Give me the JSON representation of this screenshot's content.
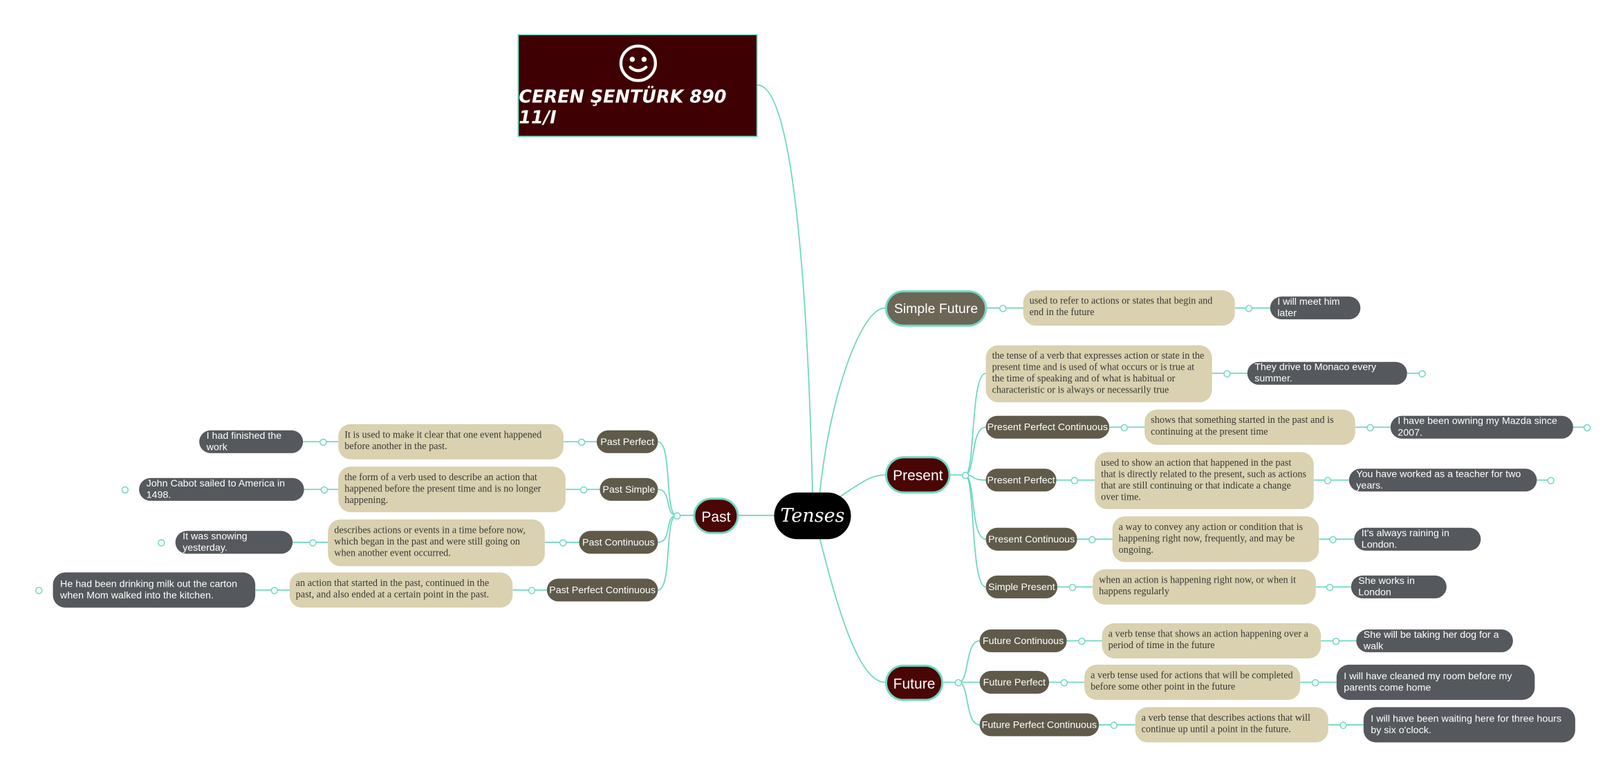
{
  "banner": {
    "title": "CEREN ŞENTÜRK 890 11/I",
    "icon": "smiley-icon"
  },
  "root": {
    "label": "Tenses"
  },
  "past": {
    "label": "Past",
    "items": [
      {
        "name": "Past Perfect",
        "description": "It is used to make it clear that one event happened before another in the past.",
        "example": "I had finished the work"
      },
      {
        "name": "Past Simple",
        "description": "the form of a verb used to describe an action that happened before the present time and is no longer happening.",
        "example": "John Cabot sailed to America in 1498."
      },
      {
        "name": "Past Continuous",
        "description": "describes actions or events in a time before now, which began in the past and were still going on when another event occurred.",
        "example": "It was snowing yesterday."
      },
      {
        "name": "Past Perfect Continuous",
        "description": "an action that started in the past, continued in the past, and also ended at a certain point in the past.",
        "example": "He had been drinking milk out the carton when Mom walked into the kitchen."
      }
    ]
  },
  "simple_future": {
    "label": "Simple Future",
    "description": "used to refer to actions or states that begin and end in the future",
    "example": "I will meet him later"
  },
  "present": {
    "label": "Present",
    "general_description": "the tense of a verb that expresses action or state in the present time and is used of what occurs or is true at the time of speaking and of what is habitual or characteristic or is always or necessarily true",
    "general_example": "They drive to Monaco every summer.",
    "items": [
      {
        "name": "Present Perfect Continuous",
        "description": "shows that something started in the past and is continuing at the present time",
        "example": "I have been owning my Mazda since 2007."
      },
      {
        "name": "Present Perfect",
        "description": "used to show an action that happened in the past that is directly related to the present, such as actions that are still continuing or that indicate a change over time.",
        "example": "You have worked as a teacher for two years."
      },
      {
        "name": "Present Continuous",
        "description": "a way to convey any action or condition that is happening right now, frequently, and may be ongoing.",
        "example": "It's always raining in London."
      },
      {
        "name": "Simple Present",
        "description": "when an action is happening right now, or when it happens regularly",
        "example": "She works in London"
      }
    ]
  },
  "future": {
    "label": "Future",
    "items": [
      {
        "name": "Future Continuous",
        "description": "a verb tense that shows an action happening over a period of time in the future",
        "example": "She will be taking her dog for a walk"
      },
      {
        "name": "Future Perfect",
        "description": "a verb tense used for actions that will be completed before some other point in the future",
        "example": "I will have cleaned my room before my parents come home"
      },
      {
        "name": "Future Perfect Continuous",
        "description": "a verb tense that describes actions that will continue up until a point in the future.",
        "example": "I will have been waiting here for three hours by six o'clock."
      }
    ]
  },
  "colors": {
    "connector": "#6fd8c0",
    "main_node": "#4a0505",
    "branch": "#5f5a4a",
    "description": "#d9d1b0",
    "example": "#55585c",
    "root": "#000000",
    "banner": "#3e0002"
  }
}
